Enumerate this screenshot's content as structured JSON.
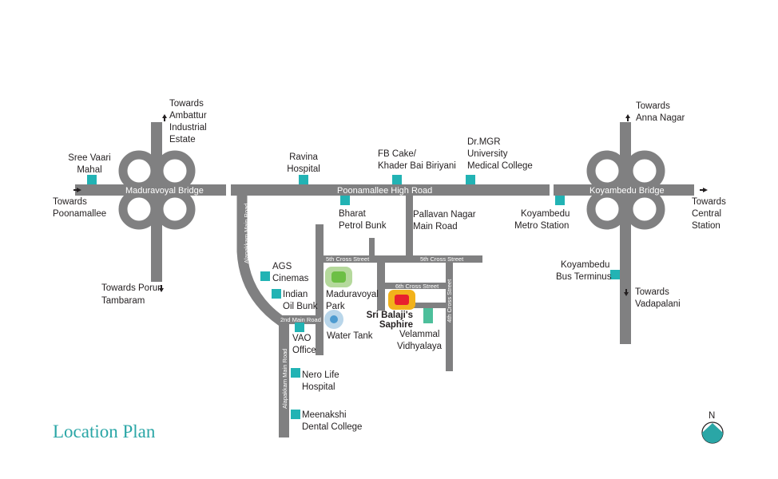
{
  "title": "Location Plan",
  "compass": "N",
  "roads": {
    "maduravoyal_bridge": "Maduravoyal Bridge",
    "poonamallee_high_road": "Poonamallee High Road",
    "koyambedu_bridge": "Koyambedu Bridge",
    "alapakkam_main_road_1": "Alapakkam Main Road",
    "alapakkam_main_road_2": "Alapakkam Main Road",
    "second_main_road": "2nd Main Road",
    "fifth_cross_street_1": "5th Cross Street",
    "fifth_cross_street_2": "5th Cross Street",
    "sixth_cross_street": "6th Cross Street",
    "fourth_cross_street": "4th Cross Street"
  },
  "labels": {
    "towards_ambattur": [
      "Towards",
      "Ambattur",
      "Industrial",
      "Estate"
    ],
    "sree_vaari": [
      "Sree Vaari",
      "Mahal"
    ],
    "towards_poonamallee": [
      "Towards",
      "Poonamallee"
    ],
    "towards_porur": [
      "Towards Porur,",
      "Tambaram"
    ],
    "ravina": [
      "Ravina",
      "Hospital"
    ],
    "fb_cake": [
      "FB Cake/",
      "Khader Bai Biriyani"
    ],
    "drmgr": [
      "Dr.MGR",
      "University",
      "Medical College"
    ],
    "towards_anna_nagar": [
      "Towards",
      "Anna Nagar"
    ],
    "towards_central": [
      "Towards",
      "Central",
      "Station"
    ],
    "koyambedu_metro": [
      "Koyambedu",
      "Metro Station"
    ],
    "koyambedu_bus": [
      "Koyambedu",
      "Bus Terminus"
    ],
    "towards_vadapalani": [
      "Towards",
      "Vadapalani"
    ],
    "bharat": [
      "Bharat",
      "Petrol Bunk"
    ],
    "pallavan": [
      "Pallavan Nagar",
      "Main Road"
    ],
    "ags": [
      "AGS",
      "Cinemas"
    ],
    "indian_oil": [
      "Indian",
      "Oil Bunk"
    ],
    "vao": [
      "VAO",
      "Office"
    ],
    "nero": [
      "Nero Life",
      "Hospital"
    ],
    "meenakshi": [
      "Meenakshi",
      "Dental College"
    ],
    "park": [
      "Maduravoyal",
      "Park"
    ],
    "water_tank": [
      "Water Tank"
    ],
    "site": [
      "Sri Balaji's",
      "Saphire"
    ],
    "velammal": [
      "Velammal",
      "Vidhyalaya"
    ]
  },
  "colors": {
    "road": "#808081",
    "marker": "#22b3b4",
    "site": "#e8202e",
    "site_ring": "#f2b21b",
    "park": "#6dbf45",
    "water": "#4d9bd0",
    "title": "#2aa6a6"
  }
}
